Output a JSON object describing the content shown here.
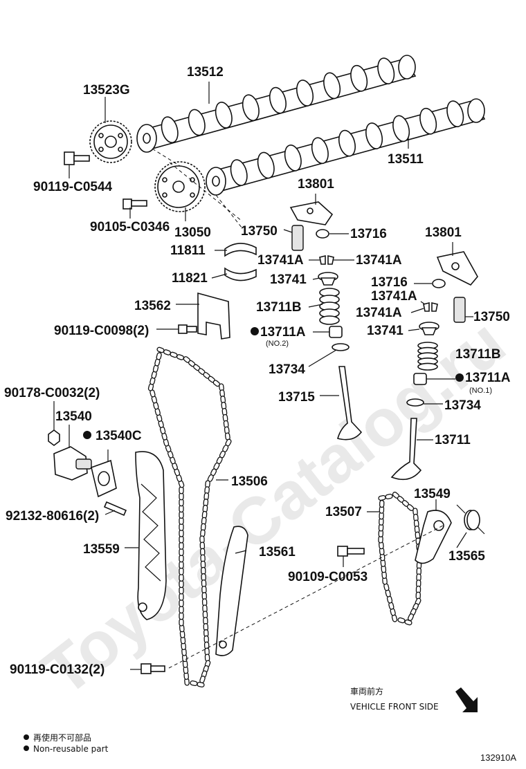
{
  "watermark": "Toyota-Catalog.ru",
  "labels": {
    "p13523G": "13523G",
    "p13512": "13512",
    "p13511": "13511",
    "p90119C0544": "90119-C0544",
    "p90105C0346": "90105-C0346",
    "p13050": "13050",
    "p11811": "11811",
    "p11821": "11821",
    "p13801a": "13801",
    "p13750a": "13750",
    "p13716a": "13716",
    "p13741Aa": "13741A",
    "p13741Ab": "13741A",
    "p13741a": "13741",
    "p13711Ba": "13711B",
    "p13711Aa": "13711A",
    "p13734a": "13734",
    "p13715": "13715",
    "p13801b": "13801",
    "p13716b": "13716",
    "p13741Ac": "13741A",
    "p13741Ad": "13741A",
    "p13750b": "13750",
    "p13741b": "13741",
    "p13711Bb": "13711B",
    "p13711Ab": "13711A",
    "p13734b": "13734",
    "p13711": "13711",
    "p13562": "13562",
    "p90119C0098": "90119-C0098(2)",
    "p90178C0032": "90178-C0032(2)",
    "p13540": "13540",
    "p13540C": "13540C",
    "p92132": "92132-80616(2)",
    "p13506": "13506",
    "p13559": "13559",
    "p13561": "13561",
    "p13507": "13507",
    "p13549": "13549",
    "p13565": "13565",
    "p90109C0053": "90109-C0053",
    "p90119C0132": "90119-C0132(2)"
  },
  "sublabels": {
    "no2": "(NO.2)",
    "no1": "(NO.1)"
  },
  "direction": {
    "jp": "車両前方",
    "en": "VEHICLE FRONT SIDE"
  },
  "legend": {
    "jp": "再使用不可部品",
    "en": "Non-reusable part"
  },
  "figure_ref": "132910A"
}
